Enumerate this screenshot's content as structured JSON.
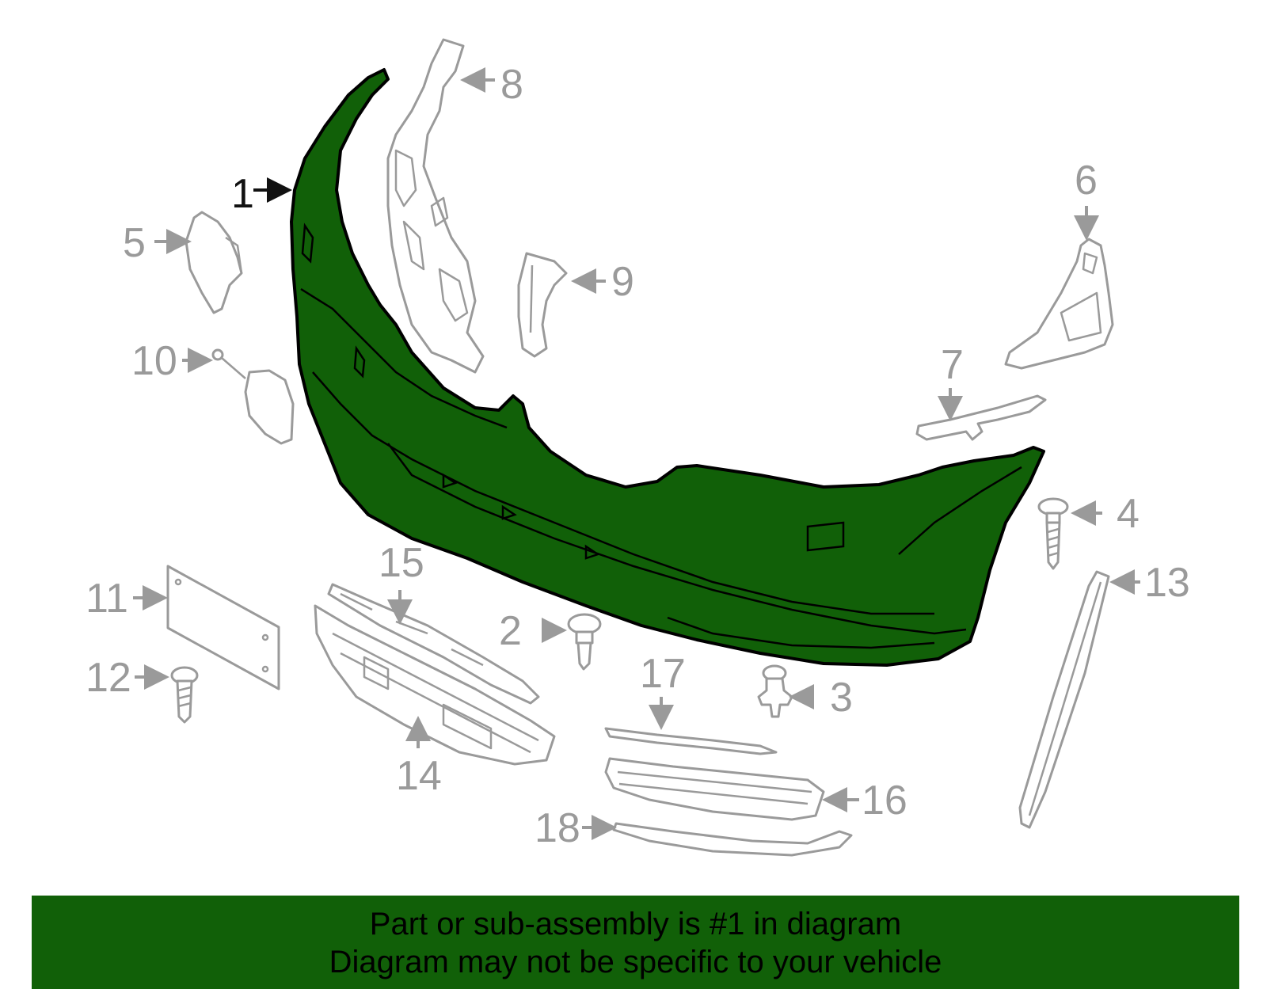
{
  "colors": {
    "highlight": "#116008",
    "callout_gray": "#9a9a9a",
    "callout_active": "#111111",
    "banner_background": "#116008",
    "banner_text": "#000000"
  },
  "highlighted_part": "1",
  "callouts": {
    "c1": "1",
    "c2": "2",
    "c3": "3",
    "c4": "4",
    "c5": "5",
    "c6": "6",
    "c7": "7",
    "c8": "8",
    "c9": "9",
    "c10": "10",
    "c11": "11",
    "c12": "12",
    "c13": "13",
    "c14": "14",
    "c15": "15",
    "c16": "16",
    "c17": "17",
    "c18": "18"
  },
  "banner": {
    "line1": "Part or sub-assembly is #1 in diagram",
    "line2": "Diagram may not be specific to your vehicle"
  }
}
